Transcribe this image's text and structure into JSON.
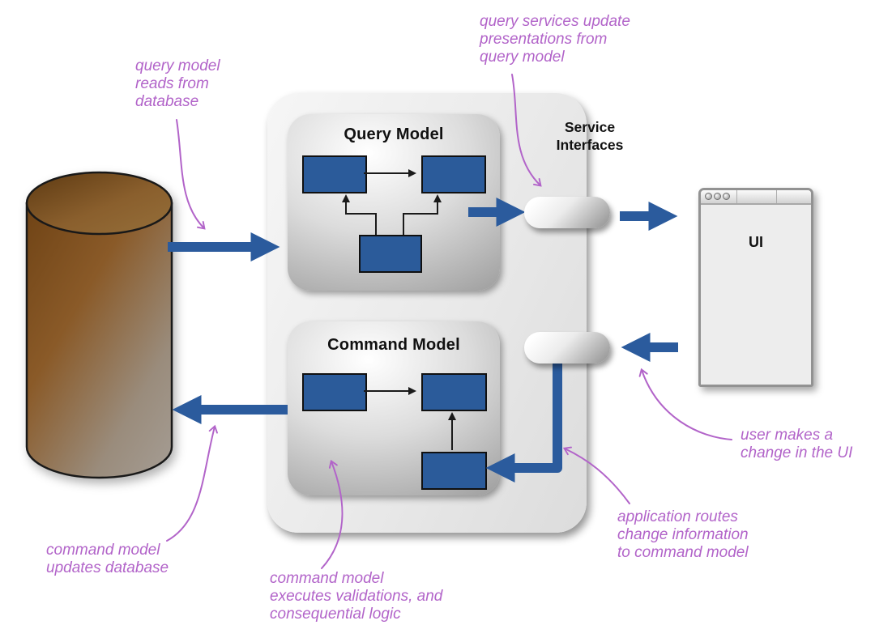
{
  "labels": {
    "query_model": "Query Model",
    "command_model": "Command Model",
    "service_interfaces": "Service\nInterfaces",
    "ui": "UI"
  },
  "annotations": [
    {
      "id": "query-model-reads-from-database",
      "text": "query model\nreads from\ndatabase"
    },
    {
      "id": "query-services-update-presentations",
      "text": "query services update\npresentations from\nquery model"
    },
    {
      "id": "command-model-updates-database",
      "text": "command model\nupdates database"
    },
    {
      "id": "command-model-executes-validations",
      "text": "command model\nexecutes validations, and\nconsequential logic"
    },
    {
      "id": "application-routes-change-information",
      "text": "application routes\nchange information\nto command model"
    },
    {
      "id": "user-makes-change-in-ui",
      "text": "user makes a\nchange in the UI"
    }
  ],
  "colors": {
    "arrow_blue": "#2b5b9d",
    "node_blue": "#2b5b9a",
    "annotation_purple": "#b264c9",
    "container_gray": "#e9e9e9",
    "panel_dark_gray": "#757575",
    "cylinder_brown": "#8a5a28",
    "text_black": "#111111"
  }
}
